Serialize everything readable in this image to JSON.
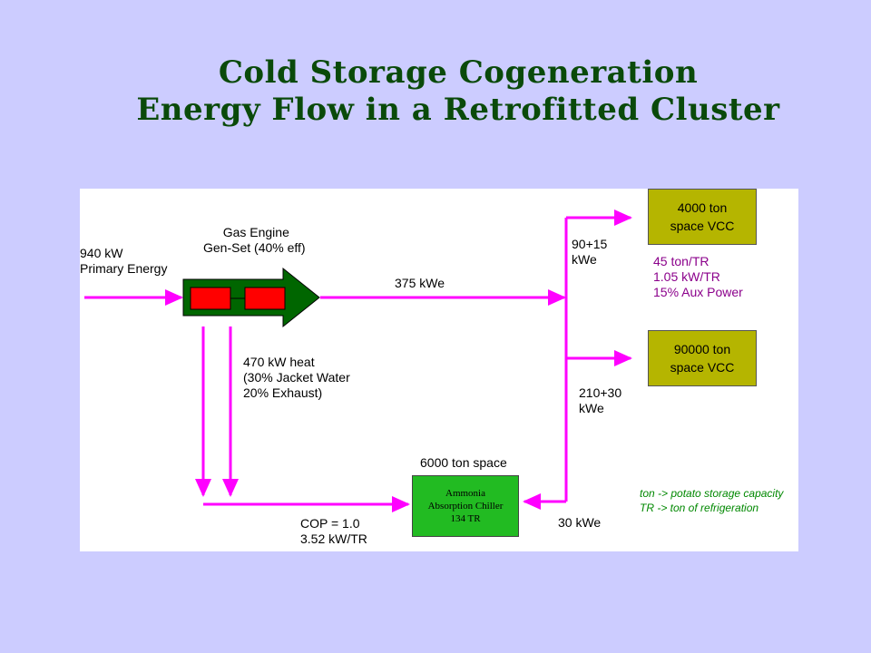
{
  "title": {
    "line1": "Cold Storage Cogeneration",
    "line2": "Energy Flow in a Retrofitted Cluster"
  },
  "diagram": {
    "input": [
      "940 kW",
      "Primary Energy"
    ],
    "engine": [
      "Gas Engine",
      "Gen-Set (40% eff)"
    ],
    "electric_out": "375 kWe",
    "heat": [
      "470 kW heat",
      "(30% Jacket Water",
      "20% Exhaust)"
    ],
    "branch_top": [
      "90+15",
      "kWe"
    ],
    "branch_mid": [
      "210+30",
      "kWe"
    ],
    "branch_chiller": "30 kWe",
    "vcc1": [
      "4000 ton",
      "space VCC"
    ],
    "vcc1_specs": [
      "45 ton/TR",
      "1.05 kW/TR",
      "15% Aux Power"
    ],
    "vcc2": [
      "90000 ton",
      "space VCC"
    ],
    "chiller_space": "6000 ton space",
    "chiller": [
      "Ammonia",
      "Absorption Chiller",
      "134 TR"
    ],
    "cop": [
      "COP = 1.0",
      "3.52 kW/TR"
    ],
    "notes": [
      "ton -> potato storage capacity",
      "TR -> ton of refrigeration"
    ]
  },
  "colors": {
    "background": "#ccccff",
    "flow_lines": "#ff00ff",
    "engine": "#006600",
    "generator_blocks": "#ff0000",
    "vcc_boxes": "#b5b500",
    "chiller_box": "#22bb22",
    "title_text": "#0a4a0a",
    "spec_text": "#8b008b",
    "note_text": "#008800"
  }
}
